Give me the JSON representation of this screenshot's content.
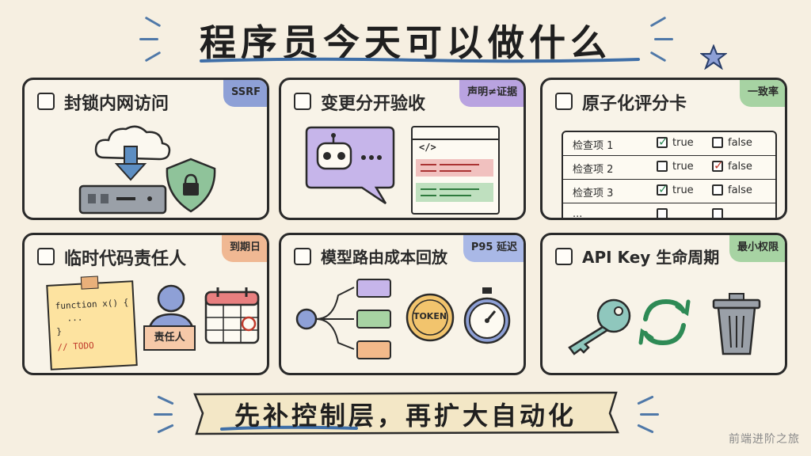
{
  "title": "程序员今天可以做什么",
  "cards": [
    {
      "title": "封锁内网访问",
      "tag": "SSRF",
      "tag_color": "#8ea0d6"
    },
    {
      "title": "变更分开验收",
      "tag": "声明≠证据",
      "tag_color": "#b9a3e0"
    },
    {
      "title": "原子化评分卡",
      "tag": "一致率",
      "tag_color": "#a7d3a3"
    },
    {
      "title": "临时代码责任人",
      "tag": "到期日",
      "tag_color": "#f0b893"
    },
    {
      "title": "模型路由成本回放",
      "tag": "P95 延迟",
      "tag_color": "#a9b8e6"
    },
    {
      "title": "API Key 生命周期",
      "tag": "最小权限",
      "tag_color": "#a7d3a3"
    }
  ],
  "diagram_code": {
    "code_tag": "</>",
    "sticky_lines": [
      "function x() {",
      "...",
      "}",
      "// TODO"
    ],
    "person_label": "责任人",
    "token_label": "TOKEN",
    "ellipsis": "..."
  },
  "scorecard": {
    "true_label": "true",
    "false_label": "false",
    "rows": [
      {
        "label": "检查项 1",
        "true": true,
        "false": false
      },
      {
        "label": "检查项 2",
        "true": false,
        "false": true
      },
      {
        "label": "检查项 3",
        "true": true,
        "false": false
      },
      {
        "label": "...",
        "true": false,
        "false": false
      }
    ]
  },
  "banner": "先补控制层，再扩大自动化",
  "watermark": "前端进阶之旅"
}
